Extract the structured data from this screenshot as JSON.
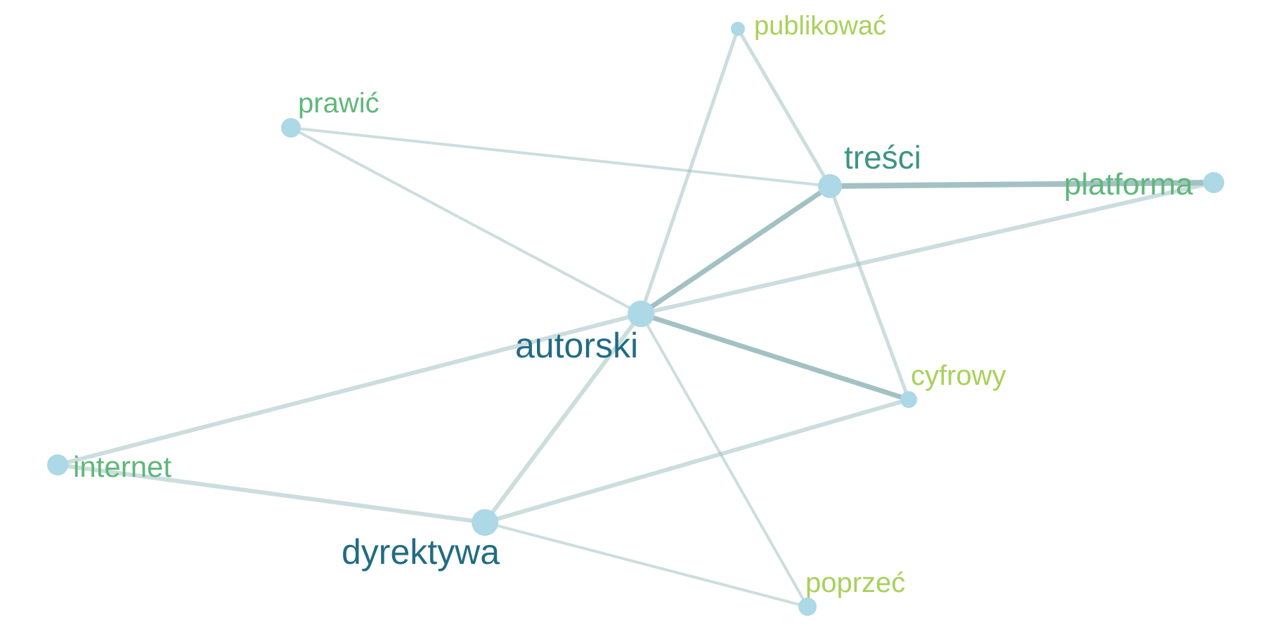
{
  "graph": {
    "edge_color": "#a3c1c3",
    "node_fill": "#add8e6",
    "nodes": [
      {
        "id": "publikowac",
        "label": "publikować",
        "color": "#a8d15a"
      },
      {
        "id": "prawic",
        "label": "prawić",
        "color": "#5fb77a"
      },
      {
        "id": "tresci",
        "label": "treści",
        "color": "#3e9486"
      },
      {
        "id": "platforma",
        "label": "platforma",
        "color": "#5fb77a"
      },
      {
        "id": "autorski",
        "label": "autorski",
        "color": "#226b83"
      },
      {
        "id": "cyfrowy",
        "label": "cyfrowy",
        "color": "#a8d15a"
      },
      {
        "id": "internet",
        "label": "internet",
        "color": "#5fb77a"
      },
      {
        "id": "dyrektywa",
        "label": "dyrektywa",
        "color": "#226b83"
      },
      {
        "id": "poprzec",
        "label": "poprzeć",
        "color": "#a8d15a"
      }
    ],
    "edges": [
      {
        "source": "prawic",
        "target": "tresci"
      },
      {
        "source": "prawic",
        "target": "autorski"
      },
      {
        "source": "publikowac",
        "target": "autorski"
      },
      {
        "source": "publikowac",
        "target": "tresci"
      },
      {
        "source": "tresci",
        "target": "platforma"
      },
      {
        "source": "tresci",
        "target": "autorski"
      },
      {
        "source": "tresci",
        "target": "cyfrowy"
      },
      {
        "source": "autorski",
        "target": "platforma"
      },
      {
        "source": "autorski",
        "target": "cyfrowy"
      },
      {
        "source": "autorski",
        "target": "internet"
      },
      {
        "source": "autorski",
        "target": "dyrektywa"
      },
      {
        "source": "autorski",
        "target": "poprzec"
      },
      {
        "source": "internet",
        "target": "dyrektywa"
      },
      {
        "source": "dyrektywa",
        "target": "cyfrowy"
      },
      {
        "source": "dyrektywa",
        "target": "poprzec"
      }
    ]
  }
}
